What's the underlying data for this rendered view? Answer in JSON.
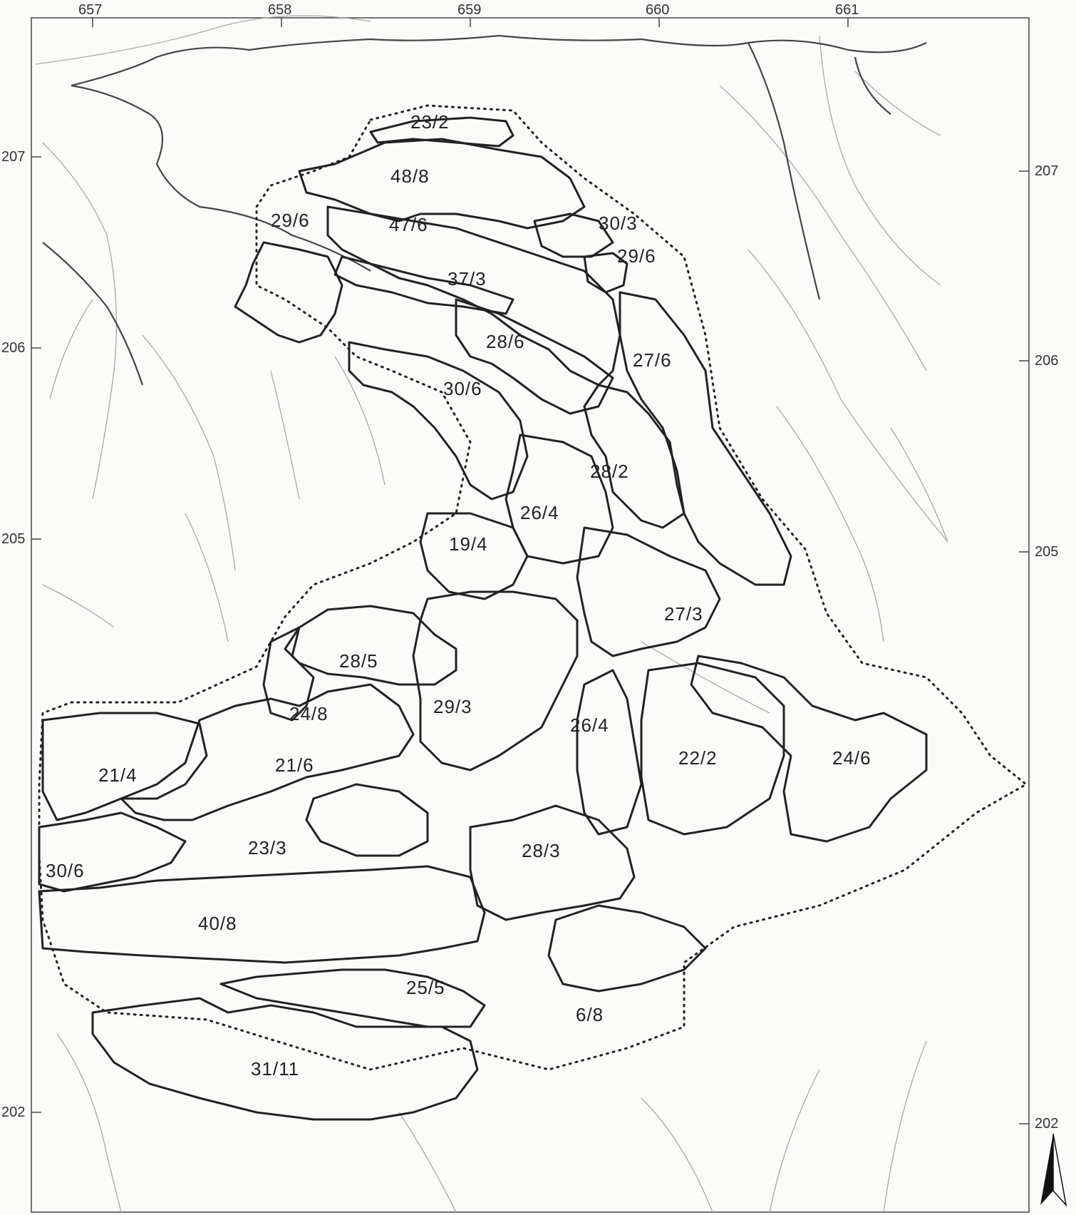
{
  "axes": {
    "x_ticks": [
      "657",
      "658",
      "659",
      "660",
      "661"
    ],
    "y_ticks_left": [
      "207",
      "206",
      "205",
      "202"
    ],
    "y_ticks_right": [
      "207",
      "206",
      "205",
      "202"
    ]
  },
  "units": [
    {
      "label": "23/2",
      "symbol": "circle"
    },
    {
      "label": "48/8",
      "symbol": "circle"
    },
    {
      "label": "29/6",
      "symbol": "circle"
    },
    {
      "label": "47/6",
      "symbol": "circle"
    },
    {
      "label": "30/3",
      "symbol": "triangle"
    },
    {
      "label": "29/6",
      "symbol": "circle"
    },
    {
      "label": "37/3",
      "symbol": "triangle"
    },
    {
      "label": "28/6",
      "symbol": "circle"
    },
    {
      "label": "27/6",
      "symbol": "triangle"
    },
    {
      "label": "30/6",
      "symbol": "triangle"
    },
    {
      "label": "28/2",
      "symbol": "none"
    },
    {
      "label": "26/4",
      "symbol": "triangle"
    },
    {
      "label": "19/4",
      "symbol": "none"
    },
    {
      "label": "27/3",
      "symbol": "none"
    },
    {
      "label": "28/5",
      "symbol": "circle"
    },
    {
      "label": "24/8",
      "symbol": "triangle"
    },
    {
      "label": "29/3",
      "symbol": "triangle"
    },
    {
      "label": "26/4",
      "symbol": "none"
    },
    {
      "label": "22/2",
      "symbol": "none"
    },
    {
      "label": "24/6",
      "symbol": "circle"
    },
    {
      "label": "21/4",
      "symbol": "triangle"
    },
    {
      "label": "21/6",
      "symbol": "circle"
    },
    {
      "label": "23/3",
      "symbol": "none"
    },
    {
      "label": "30/6",
      "symbol": "circle"
    },
    {
      "label": "28/3",
      "symbol": "triangle"
    },
    {
      "label": "40/8",
      "symbol": "triangle"
    },
    {
      "label": "25/5",
      "symbol": "triangle"
    },
    {
      "label": "6/8",
      "symbol": "circle"
    },
    {
      "label": "31/11",
      "symbol": "circle"
    }
  ],
  "north_arrow": {
    "symbol": "north-arrow-icon"
  }
}
